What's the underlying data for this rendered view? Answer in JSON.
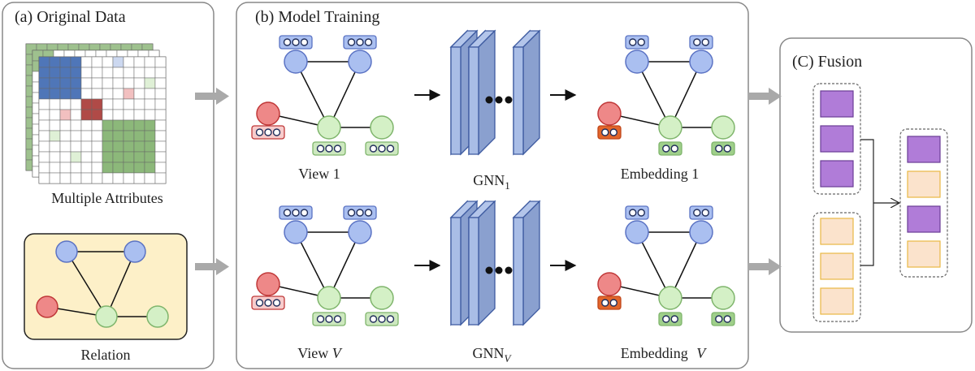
{
  "panels": {
    "original": {
      "title": "(a) Original Data",
      "attributes_label": "Multiple Attributes",
      "relation_label": "Relation"
    },
    "training": {
      "title": "(b) Model Training",
      "row1": {
        "view_label": "View 1",
        "gnn_label": "GNN",
        "gnn_sub": "1",
        "embedding_label": "Embedding 1"
      },
      "row2": {
        "view_label": "View ",
        "view_sym": "V",
        "gnn_label": "GNN",
        "gnn_sub": "V",
        "embedding_label": "Embedding ",
        "embedding_sym": "V"
      }
    },
    "fusion": {
      "title": "(C) Fusion"
    }
  },
  "colors": {
    "blue_node": "#aabff0",
    "blue_stroke": "#5b73c4",
    "red_node": "#ee8888",
    "red_stroke": "#c03838",
    "green_node": "#d4f0c6",
    "green_stroke": "#7fb56c",
    "purple": "#b07cd8",
    "peach": "#fbe3cc",
    "relation_bg": "#fdf0c8",
    "layer": "#6f86b8",
    "arrow_gray": "#a9a9a9"
  }
}
